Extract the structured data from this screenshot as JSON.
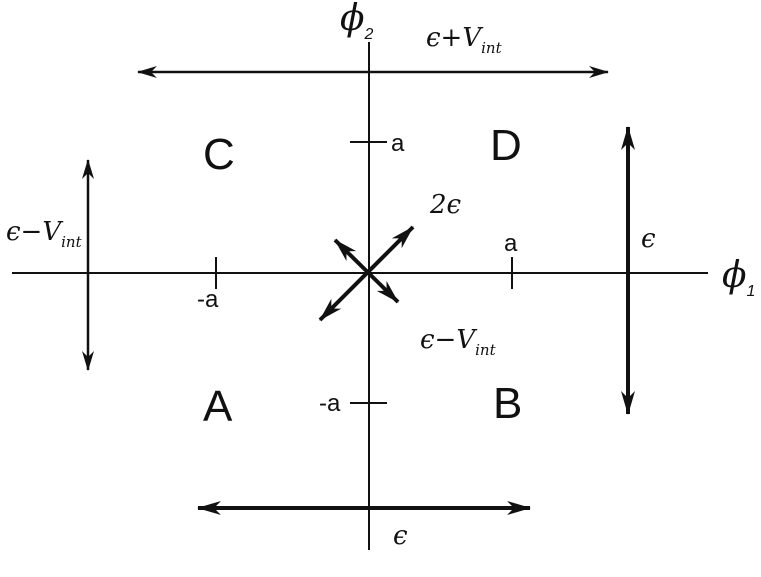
{
  "axes": {
    "x_symbol": "ϕ",
    "x_subscript": "1",
    "y_symbol": "ϕ",
    "y_subscript": "2"
  },
  "ticks": {
    "x_pos": "a",
    "x_neg": "-a",
    "y_pos": "a",
    "y_neg": "-a"
  },
  "regions": {
    "top_left": "C",
    "top_right": "D",
    "bottom_left": "A",
    "bottom_right": "B"
  },
  "arrow_labels": {
    "top": {
      "main": "ϵ+V",
      "sub": "int"
    },
    "left": {
      "main": "ϵ−V",
      "sub": "int"
    },
    "right": {
      "main": "ϵ"
    },
    "bottom": {
      "main": "ϵ"
    },
    "diag_up": {
      "main": "2ϵ"
    },
    "diag_down": {
      "main": "ϵ−V",
      "sub": "int"
    }
  },
  "colors": {
    "ink": "#111111",
    "background": "#ffffff"
  }
}
